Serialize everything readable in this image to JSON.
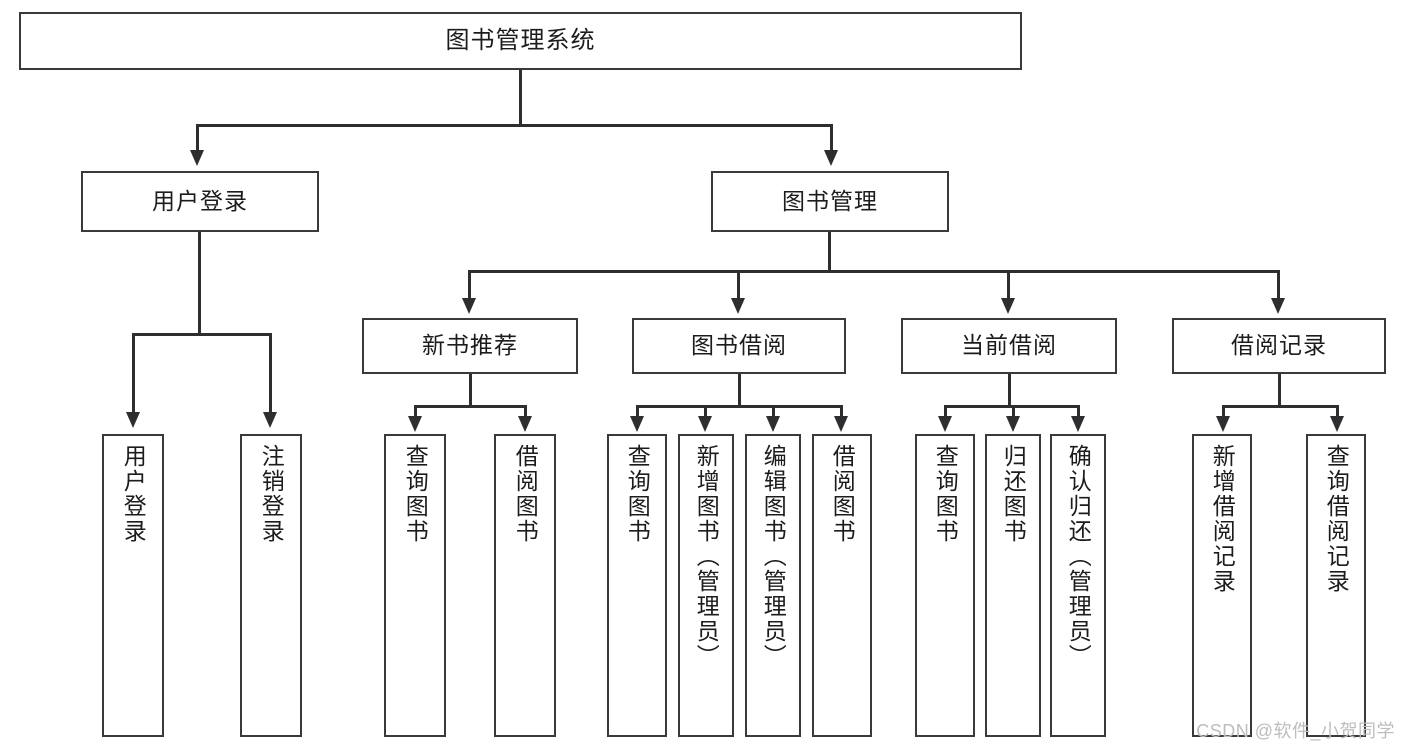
{
  "diagram": {
    "type": "tree-hierarchy",
    "title": "图书管理系统",
    "background_color": "#ffffff",
    "line_color": "#2e2e30",
    "box_border_color": "#3a3a3c",
    "text_color": "#1c1c1e"
  },
  "root": {
    "label": "图书管理系统"
  },
  "level2": [
    {
      "label": "用户登录"
    },
    {
      "label": "图书管理"
    }
  ],
  "level3": [
    {
      "label": "新书推荐"
    },
    {
      "label": "图书借阅"
    },
    {
      "label": "当前借阅"
    },
    {
      "label": "借阅记录"
    }
  ],
  "leaves": {
    "user_login": [
      {
        "label": "用户登录"
      },
      {
        "label": "注销登录"
      }
    ],
    "new_book_recommend": [
      {
        "label": "查询图书"
      },
      {
        "label": "借阅图书"
      }
    ],
    "book_borrow": [
      {
        "label": "查询图书"
      },
      {
        "label": "新增图书（管理员）"
      },
      {
        "label": "编辑图书（管理员）"
      },
      {
        "label": "借阅图书"
      }
    ],
    "current_borrow": [
      {
        "label": "查询图书"
      },
      {
        "label": "归还图书"
      },
      {
        "label": "确认归还（管理员）"
      }
    ],
    "borrow_record": [
      {
        "label": "新增借阅记录"
      },
      {
        "label": "查询借阅记录"
      }
    ]
  },
  "watermark": {
    "text": "CSDN @软件_小贺同学"
  }
}
